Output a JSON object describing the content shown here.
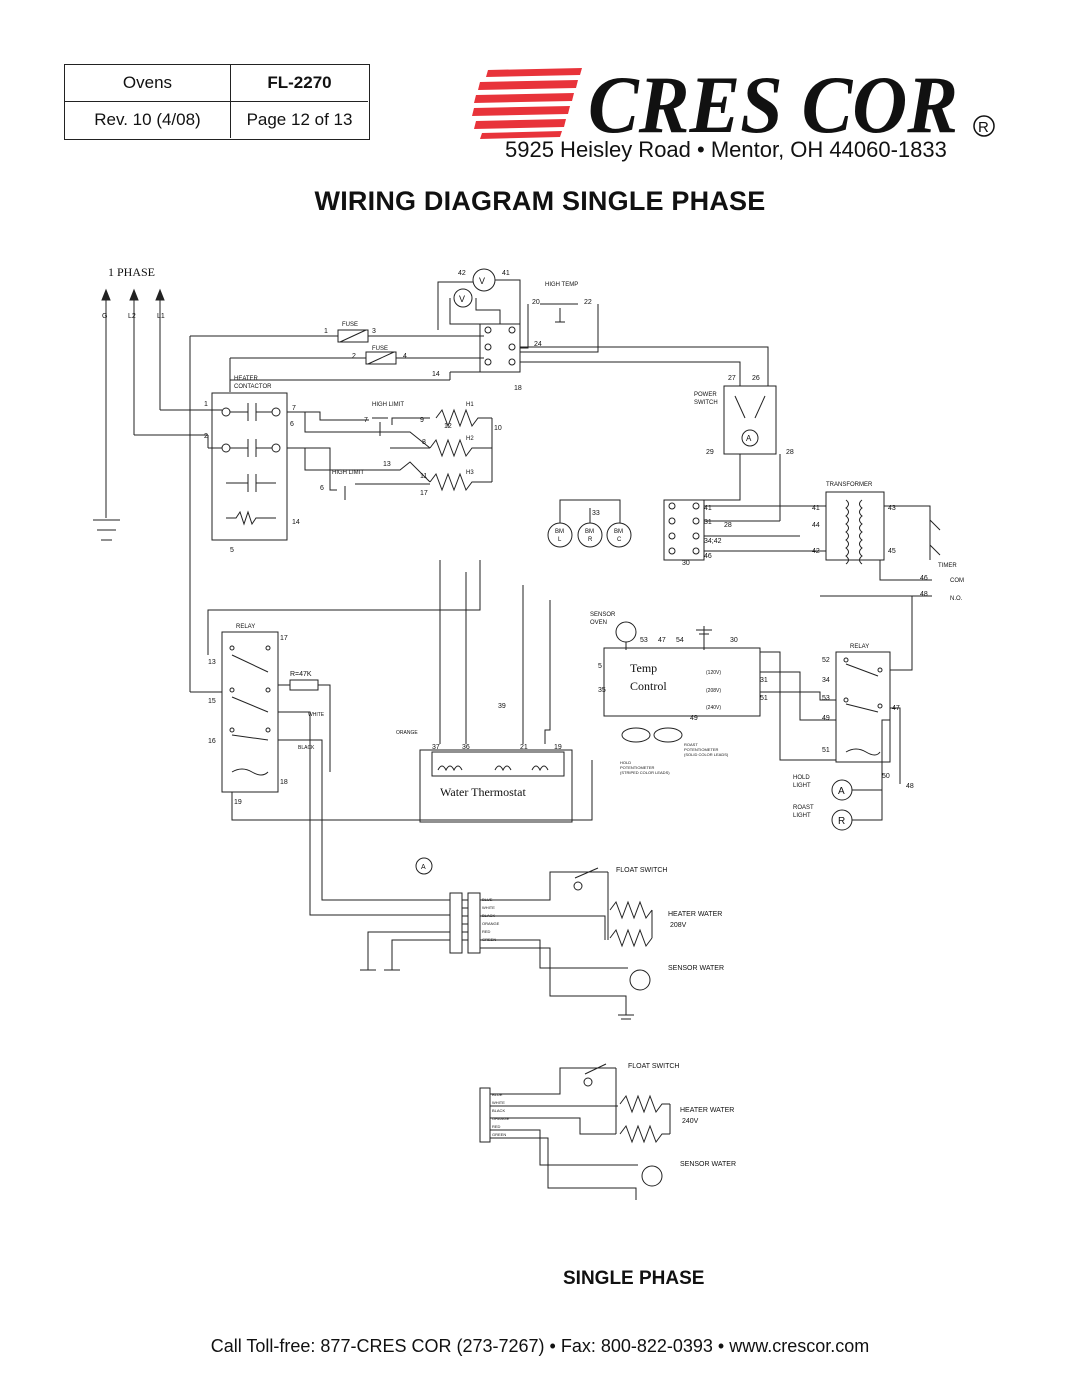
{
  "header": {
    "category": "Ovens",
    "model": "FL-2270",
    "revision": "Rev. 10 (4/08)",
    "page": "Page 12 of 13"
  },
  "brand": {
    "name": "CRES COR",
    "registered_mark": "R",
    "address": "5925 Heisley Road • Mentor, OH 44060-1833",
    "accent_color": "#e8333a"
  },
  "title": "WIRING DIAGRAM SINGLE PHASE",
  "diagram": {
    "supply": {
      "label": "1 PHASE",
      "lines": [
        "G",
        "L2",
        "L1"
      ]
    },
    "components": {
      "fuse": "FUSE",
      "heater_contactor": [
        "HEATER",
        "CONTACTOR"
      ],
      "high_limit": "HIGH LIMIT",
      "high_temp": "HIGH TEMP",
      "power_switch": [
        "POWER",
        "SWITCH"
      ],
      "transformer": "TRANSFORMER",
      "timer": "TIMER",
      "timer_com": "COM",
      "timer_no": "N.O.",
      "relay": "RELAY",
      "resistor": "R=47K",
      "white": "WHITE",
      "black": "BLACK",
      "orange": "ORANGE",
      "sensor_oven": [
        "SENSOR",
        "OVEN"
      ],
      "temp_control": [
        "Temp",
        "Control"
      ],
      "volt_120": "(120V)",
      "volt_208": "(208V)",
      "volt_240": "(240V)",
      "water_thermostat": "Water Thermostat",
      "roast_pot": [
        "ROAST",
        "POTENTIOMETER",
        "(SOLID COLOR LEADS)"
      ],
      "hold_pot": [
        "HOLD",
        "POTENTIOMETER",
        "(STRIPED COLOR LEADS)"
      ],
      "hold_light": [
        "HOLD",
        "LIGHT"
      ],
      "roast_light": [
        "ROAST",
        "LIGHT"
      ],
      "float_switch": "FLOAT SWITCH",
      "heater_water": "HEATER WATER",
      "v208": "208V",
      "v240": "240V",
      "sensor_water": "SENSOR WATER",
      "wire_colors": [
        "BLUE",
        "WHITE",
        "BLACK",
        "ORANGE",
        "RED",
        "GREEN"
      ],
      "bm": [
        "BM",
        "BM",
        "BM"
      ],
      "bm_sub": [
        "L",
        "R",
        "C"
      ],
      "heaters": [
        "H1",
        "H2",
        "H3"
      ],
      "meter_v": "V",
      "meter_a": "A",
      "meter_r": "R"
    }
  },
  "section_label": "SINGLE PHASE",
  "footer": "Call Toll-free: 877-CRES COR (273-7267) • Fax: 800-822-0393 • www.crescor.com"
}
